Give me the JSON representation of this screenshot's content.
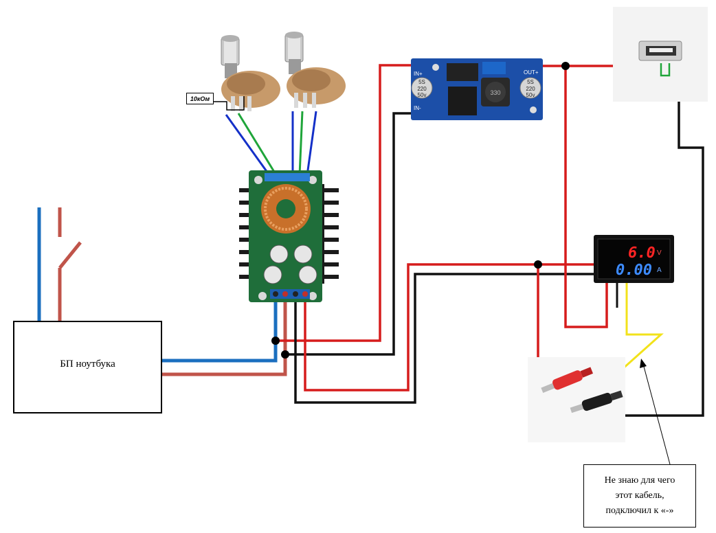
{
  "psu": {
    "label": "БП ноутбука"
  },
  "resistor": {
    "label": "10кОм"
  },
  "voltmeter": {
    "voltage": "6.0",
    "current": "0.00",
    "unit_v": "V",
    "unit_a": "A"
  },
  "boost": {
    "pin_in_plus": "IN+",
    "pin_in_minus": "IN-",
    "pin_out_plus": "OUT+",
    "cap_left": [
      "5S",
      "220",
      "50v"
    ],
    "cap_right": [
      "5S",
      "220",
      "50v"
    ],
    "inductor": "330"
  },
  "note": {
    "line1": "Не знаю для чего",
    "line2": "этот кабель,",
    "line3": "подключил к «-»"
  },
  "colors": {
    "red": "#d61c1c",
    "black": "#111111",
    "blue": "#1b6fbf",
    "brown": "#c0544a",
    "yellow": "#f2e21a",
    "green": "#1fa53a",
    "dark_blue": "#1430c8"
  }
}
